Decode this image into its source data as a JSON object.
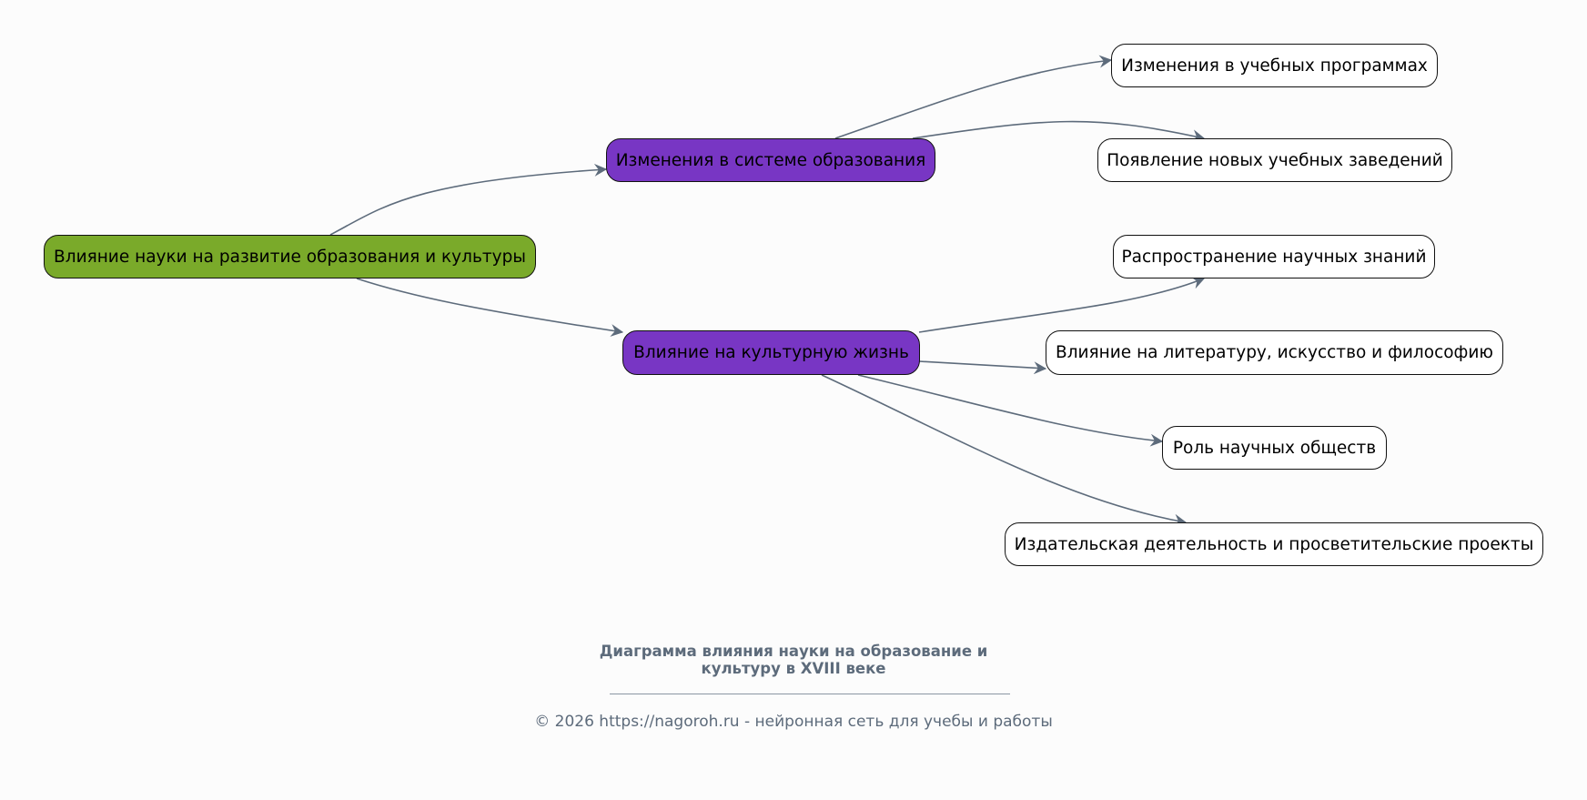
{
  "colors": {
    "root_fill": "#7aaa2a",
    "branch_fill": "#7836c4",
    "leaf_fill": "#ffffff",
    "edge": "#5d6b7b",
    "caption": "#5d6b7b"
  },
  "nodes": {
    "root": "Влияние науки на развитие образования и культуры",
    "education": "Изменения в системе образования",
    "culture": "Влияние на культурную жизнь",
    "edu_curricula": "Изменения в учебных программах",
    "edu_institutions": "Появление новых учебных заведений",
    "cul_knowledge": "Распространение научных знаний",
    "cul_literature": "Влияние на литературу, искусство и философию",
    "cul_societies": "Роль научных обществ",
    "cul_publishing": "Издательская деятельность и просветительские проекты"
  },
  "edges": [
    {
      "from": "root",
      "to": "education"
    },
    {
      "from": "root",
      "to": "culture"
    },
    {
      "from": "education",
      "to": "edu_curricula"
    },
    {
      "from": "education",
      "to": "edu_institutions"
    },
    {
      "from": "culture",
      "to": "cul_knowledge"
    },
    {
      "from": "culture",
      "to": "cul_literature"
    },
    {
      "from": "culture",
      "to": "cul_societies"
    },
    {
      "from": "culture",
      "to": "cul_publishing"
    }
  ],
  "caption": {
    "title_line1": "Диаграмма влияния науки на образование и",
    "title_line2": "культуру в XVIII веке",
    "footer": "© 2026 https://nagoroh.ru - нейронная сеть для учебы и работы"
  }
}
